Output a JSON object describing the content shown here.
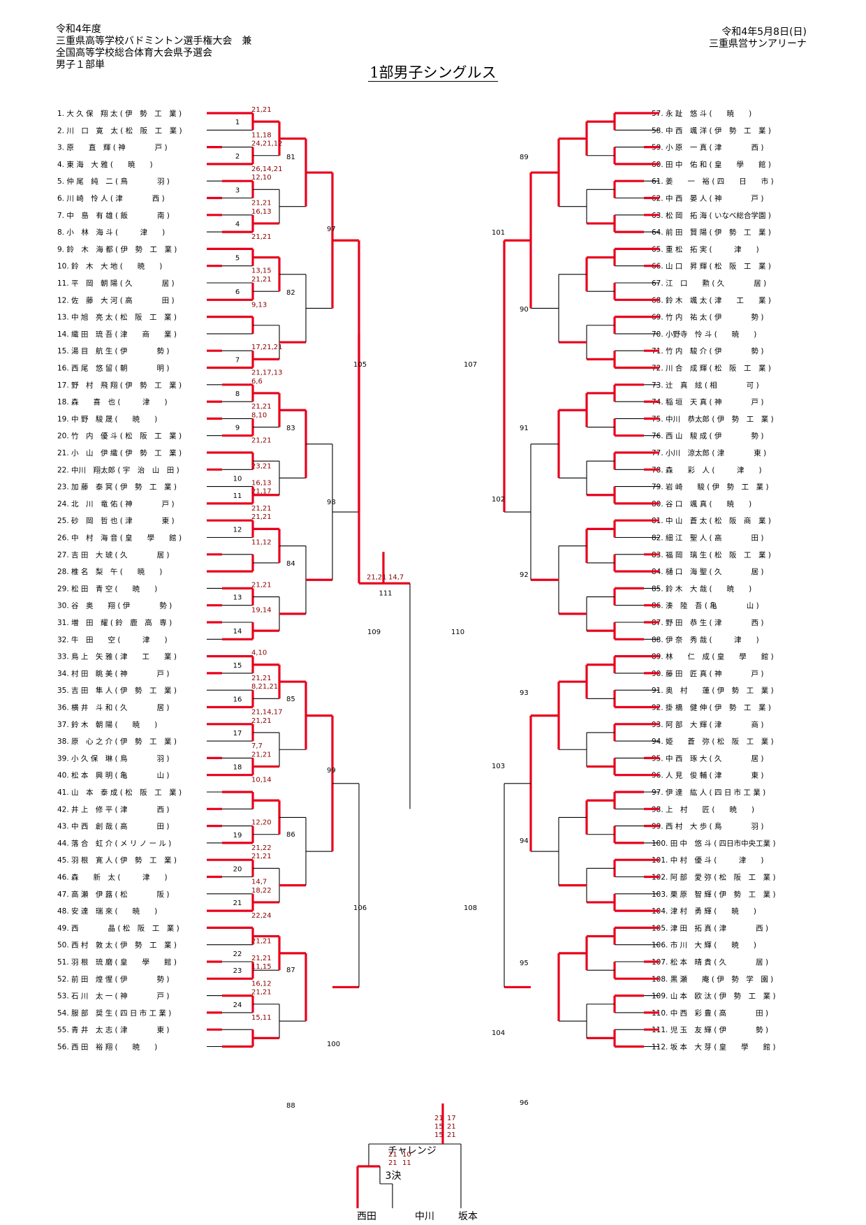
{
  "header": {
    "left": [
      "令和4年度",
      "三重県高等学校バドミントン選手権大会　兼",
      "全国高等学校総合体育大会県予選会",
      "男子１部単"
    ],
    "right": [
      "令和4年5月8日(日)",
      "三重県営サンアリーナ"
    ],
    "title": "1部男子シングルス"
  },
  "colors": {
    "win": "#e8001c",
    "line": "#000000",
    "score": "#8b0000"
  },
  "left_players": [
    "1. 大 久 保　翔 太 ( 伊　勢　工　業 )",
    "2. 川　口　寛　太 ( 松　阪　工　業 )",
    "3. 原　　直　輝 ( 神　　　　戸 )",
    "4. 東 海　大 雅 (　　暁　　)",
    "5. 仲 尾　純　二 ( 鳥　　　　羽 )",
    "6. 川 崎　怜 人 ( 津　　　　西 )",
    "7. 中　島　有 雄 ( 飯　　　　南 )",
    "8. 小　林　海 斗 (　　　津　　)",
    "9. 鈴　木　海 都 ( 伊　勢　工　業 )",
    "10. 鈴　木　大 地 (　　暁　　)",
    "11. 平　岡　朝 陽 ( 久　　　　居 )",
    "12. 佐　藤　大 河 ( 高　　　　田 )",
    "13. 中 旭　亮 太 ( 松　阪　工　業 )",
    "14. 織 田　琉 吾 ( 津　　商　　業 )",
    "15. 湯 目　航 生 ( 伊　　　　勢 )",
    "16. 西 尾　悠 留 ( 朝　　　　明 )",
    "17. 野　村　飛 翔 ( 伊　勢　工　業 )",
    "18. 森　　喜　也 (　　　津　　)",
    "19. 中 野　駿 晟 (　　暁　　)",
    "20. 竹　内　優 斗 ( 松　阪　工　業 )",
    "21. 小　山　伊 織 ( 伊　勢　工　業 )",
    "22. 中川　翔太郎 ( 宇　治　山　田 )",
    "23. 加 藤　泰 冥 ( 伊　勢　工　業 )",
    "24. 北　川　竜 佑 ( 神　　　　戸 )",
    "25. 砂　岡　哲 也 ( 津　　　　東 )",
    "26. 中　村　海 音 ( 皇　　學　　館 )",
    "27. 吉 田　大 琥 ( 久　　　　居 )",
    "28. 椎 名　梨　午 (　　暁　　)",
    "29. 松 田　青 空 (　　暁　　)",
    "30. 谷　奥　　翔 ( 伊　　　　勢 )",
    "31. 増　田　耀 ( 鈴　鹿　高　専 )",
    "32. 牛　田　　空 (　　　津　　)",
    "33. 鳥 上　矢 雅 ( 津　　工　　業 )",
    "34. 村 田　眺 美 ( 神　　　　戸 )",
    "35. 吉 田　隼 人 ( 伊　勢　工　業 )",
    "36. 横 井　斗 和 ( 久　　　　居 )",
    "37. 鈴 木　朝 陽 (　　暁　　)",
    "38. 原　心 之 介 ( 伊　勢　工　業 )",
    "39. 小 久 保　琳 ( 鳥　　　　羽 )",
    "40. 松 本　興 明 ( 亀　　　　山 )",
    "41. 山　本　泰 成 ( 松　阪　工　業 )",
    "42. 井 上　修 平 ( 津　　　　西 )",
    "43. 中 西　創 哉 ( 高　　　　田 )",
    "44. 落 合　虹 介 ( メ リ ノ ー ル )",
    "45. 羽 根　寛 人 ( 伊　勢　工　業 )",
    "46. 森　　新　太 (　　　津　　)",
    "47. 高 瀬　伊 蕗 ( 松　　　　阪 )",
    "48. 安 達　瑞 來 (　　暁　　)",
    "49. 西　　　　晶 ( 松　阪　工　業 )",
    "50. 西 村　敦 太 ( 伊　勢　工　業 )",
    "51. 羽 根　琉 磨 ( 皇　　學　　館 )",
    "52. 前 田　煌 惺 ( 伊　　　　勢 )",
    "53. 石 川　太 一 ( 神　　　　戸 )",
    "54. 服 部　奨 生 ( 四 日 市 工 業 )",
    "55. 青 井　太 志 ( 津　　　　東 )",
    "56. 西 田　裕 翔 (　　暁　　)"
  ],
  "right_players": [
    "57. 永 趾　悠 斗 (　　暁　　)",
    "58. 中 西　颯 洋 ( 伊　勢　工　業 )",
    "59. 小 原　一 真 ( 津　　　　西 )",
    "60. 田 中　佑 和 ( 皇　　學　　館 )",
    "61. 姜　　一　裕 ( 四　　日　　市 )",
    "62. 中 西　晏 人 ( 神　　　　戸 )",
    "63. 松 岡　拓 海 ( いなべ総合学園 )",
    "64. 前 田　賢 陽 ( 伊　勢　工　業 )",
    "65. 重 松　拓 実 (　　　津　　)",
    "66. 山 口　昇 輝 ( 松　阪　工　業 )",
    "67. 江　口　　勲 ( 久　　　　居 )",
    "68. 鈴 木　颯 太 ( 津　　工　　業 )",
    "69. 竹 内　祐 太 ( 伊　　　　勢 )",
    "70. 小野寺　怜 斗 (　　暁　　)",
    "71. 竹 内　駿 介 ( 伊　　　　勢 )",
    "72. 川 合　成 輝 ( 松　阪　工　業 )",
    "73. 辻　真　絃 ( 相　　　　可 )",
    "74. 稲 垣　天 真 ( 神　　　　戸 )",
    "75. 中川　恭太郎 ( 伊　勢　工　業 )",
    "76. 西 山　駿 成 ( 伊　　　　勢 )",
    "77. 小川　涼太郎 ( 津　　　　東 )",
    "78. 森　　彩　人 (　　　津　　)",
    "79. 岩 崎　　駿 ( 伊　勢　工　業 )",
    "80. 谷 口　颯 真 (　　暁　　)",
    "81. 中 山　蒼 太 ( 松　阪　商　業 )",
    "82. 細 江　聖 人 ( 高　　　　田 )",
    "83. 福 岡　璃 生 ( 松　阪　工　業 )",
    "84. 樋 口　海 聖 ( 久　　　　居 )",
    "85. 鈴 木　大 哉 (　　暁　　)",
    "86. 湊　陸　吾 ( 亀　　　　山 )",
    "87. 野 田　恭 生 ( 津　　　　西 )",
    "88. 伊 奈　秀 哉 (　　　津　　)",
    "89. 林　　仁　成 ( 皇　　學　　館 )",
    "90. 藤 田　匠 真 ( 神　　　　戸 )",
    "91. 奥　村　　蓮 ( 伊　勢　工　業 )",
    "92. 掛 橋　健 伸 ( 伊　勢　工　業 )",
    "93. 阿 部　大 輝 ( 津　　　　商 )",
    "94. 姫　　蒼　弥 ( 松　阪　工　業 )",
    "95. 中 西　琢 大 ( 久　　　　居 )",
    "96. 人 見　俊 輔 ( 津　　　　東 )",
    "97. 伊 達　紘 人 ( 四 日 市 工 業 )",
    "98. 上　村　　匠 (　　暁　　)",
    "99. 西 村　大 歩 ( 鳥　　　　羽 )",
    "100. 田 中　悠 斗 ( 四日市中央工業 )",
    "101. 中 村　優 斗 (　　　津　　)",
    "102. 阿 部　愛 弥 ( 松　阪　工　業 )",
    "103. 栗 原　智 輝 ( 伊　勢　工　業 )",
    "104. 津 村　勇 輝 (　　暁　　)",
    "105. 津 田　拓 真 ( 津　　　　西 )",
    "106. 市 川　大 輝 (　　暁　　)",
    "107. 松 本　晴 貴 ( 久　　　　居 )",
    "108. 黒 瀬　　庵 ( 伊　勢　学　園 )",
    "109. 山 本　欧 汰 ( 伊　勢　工　業 )",
    "110. 中 西　彩 豊 ( 高　　　　田 )",
    "111. 児 玉　友 輝 ( 伊　　　　勢 )",
    "112. 坂 本　大 芽 ( 皇　　學　　館 )"
  ],
  "left_bracket": {
    "r1": [
      {
        "pair": [
          1,
          2
        ],
        "no": "1",
        "scores": [
          "21,21",
          "11,18"
        ],
        "winner": 0
      },
      {
        "pair": [
          3,
          4
        ],
        "no": "2",
        "scores": [
          "24,21,12",
          "26,14,21"
        ],
        "winner": 1
      },
      {
        "pair": [
          5,
          6
        ],
        "no": "3",
        "scores": [
          "12,10",
          "21,21"
        ],
        "winner": 1
      },
      {
        "pair": [
          7,
          8
        ],
        "no": "4",
        "scores": [
          "16,13",
          "21,21"
        ],
        "winner": 1
      },
      {
        "pair": [
          9,
          10
        ],
        "no": "5",
        "scores": [
          "",
          "13,15"
        ],
        "winner": 1
      },
      {
        "pair": [
          11,
          12
        ],
        "no": "6",
        "scores": [
          "21,21",
          "9,13"
        ],
        "winner": 0
      },
      {
        "pair": [
          15,
          16
        ],
        "no": "7",
        "scores": [
          "17,21,21",
          "21,17,13"
        ],
        "winner": 1
      },
      {
        "pair": [
          17,
          18
        ],
        "no": "8",
        "scores": [
          "6,6",
          "21,21"
        ],
        "winner": 1
      },
      {
        "pair": [
          19,
          20
        ],
        "no": "9",
        "scores": [
          "8,10",
          "21,21"
        ],
        "winner": 1
      },
      {
        "pair": [
          22,
          23
        ],
        "no": "10",
        "scores": [
          "23,21",
          "21,17"
        ],
        "winner": 0
      },
      {
        "pair": [
          23,
          24
        ],
        "no": "11",
        "scores": [
          "16,13",
          "21,21"
        ],
        "winner": 1
      },
      {
        "pair": [
          25,
          26
        ],
        "no": "12",
        "scores": [
          "21,21",
          "11,12"
        ],
        "winner": 0
      },
      {
        "pair": [
          29,
          30
        ],
        "no": "13",
        "scores": [
          "21,21",
          "19,14"
        ],
        "winner": 0
      },
      {
        "pair": [
          31,
          32
        ],
        "no": "14",
        "scores": [
          "",
          ""
        ],
        "winner": 1
      },
      {
        "pair": [
          33,
          34
        ],
        "no": "15",
        "scores": [
          "4,10",
          "21,21"
        ],
        "winner": 1
      },
      {
        "pair": [
          35,
          36
        ],
        "no": "16",
        "scores": [
          "8,21,21",
          "21,14,17"
        ],
        "winner": 0
      },
      {
        "pair": [
          37,
          38
        ],
        "no": "17",
        "scores": [
          "21,21",
          "7,7"
        ],
        "winner": 0
      },
      {
        "pair": [
          39,
          40
        ],
        "no": "18",
        "scores": [
          "21,21",
          "10,14"
        ],
        "winner": 0
      },
      {
        "pair": [
          43,
          44
        ],
        "no": "19",
        "scores": [
          "12,20",
          "21,22"
        ],
        "winner": 1
      },
      {
        "pair": [
          45,
          46
        ],
        "no": "20",
        "scores": [
          "21,21",
          "14,7"
        ],
        "winner": 0
      },
      {
        "pair": [
          47,
          48
        ],
        "no": "21",
        "scores": [
          "18,22",
          "22,24"
        ],
        "winner": 1
      },
      {
        "pair": [
          50,
          51
        ],
        "no": "22",
        "scores": [
          "21,21",
          "11,15"
        ],
        "winner": 0
      },
      {
        "pair": [
          51,
          52
        ],
        "no": "23",
        "scores": [
          "21,21",
          "16,12"
        ],
        "winner": 0
      },
      {
        "pair": [
          53,
          54
        ],
        "no": "24",
        "scores": [
          "21,21",
          "15,11"
        ],
        "winner": 0
      }
    ],
    "notes": [
      "49",
      "50",
      "51",
      "52",
      "53",
      "54",
      "55",
      "56",
      "57",
      "58",
      "59",
      "60",
      "61",
      "62",
      "63",
      "64"
    ]
  },
  "mid_labels": {
    "left": [
      "81",
      "82",
      "83",
      "84",
      "85",
      "86",
      "87",
      "88",
      "97",
      "98",
      "99",
      "100",
      "105",
      "106",
      "109"
    ],
    "right": [
      "89",
      "90",
      "91",
      "92",
      "93",
      "94",
      "95",
      "96",
      "101",
      "102",
      "103",
      "104",
      "107",
      "108",
      "110"
    ],
    "final": "111",
    "final_scores": [
      "21,21",
      "14,7"
    ]
  },
  "playoff": {
    "label": "チャレンジ",
    "third": "3決",
    "names": [
      "西田",
      "中川",
      "坂本"
    ],
    "scores_top": [
      "21",
      "15",
      "15",
      "17",
      "21",
      "21"
    ],
    "scores_mid": [
      "21",
      "21",
      "10",
      "11"
    ]
  }
}
